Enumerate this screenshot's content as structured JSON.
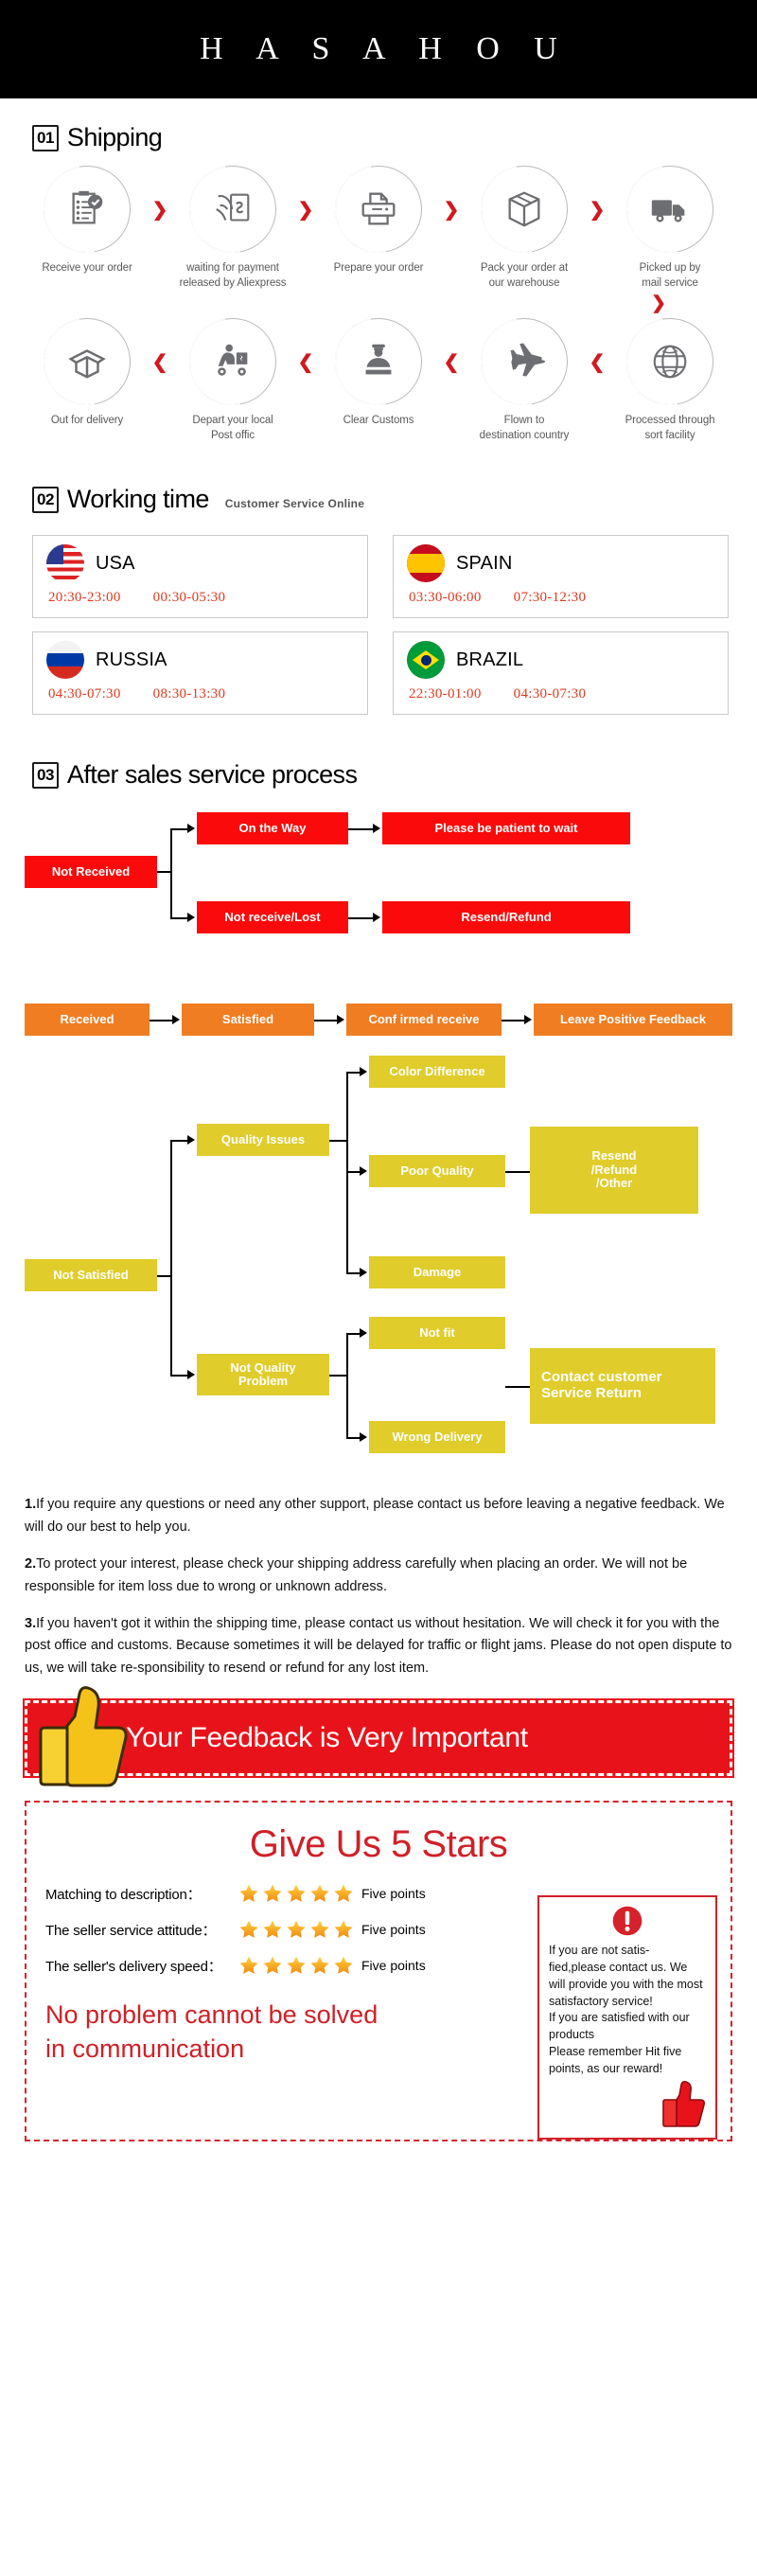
{
  "brand": {
    "name": "H A S A H O U"
  },
  "sections": {
    "shipping": {
      "num": "01",
      "title": "Shipping"
    },
    "working": {
      "num": "02",
      "title": "Working time",
      "subtitle": "Customer Service Online"
    },
    "after_sales": {
      "num": "03",
      "title": "After sales service process"
    }
  },
  "shipping_steps_row1": [
    {
      "icon": "clipboard-check-icon",
      "label": "Receive your order"
    },
    {
      "icon": "hand-payment-icon",
      "label": "waiting for payment\nreleased by Aliexpress"
    },
    {
      "icon": "printer-icon",
      "label": "Prepare your order"
    },
    {
      "icon": "box-package-icon",
      "label": "Pack your order at\nour warehouse"
    },
    {
      "icon": "delivery-truck-icon",
      "label": "Picked up by\nmail service"
    }
  ],
  "shipping_steps_row2": [
    {
      "icon": "open-box-icon",
      "label": "Out for delivery"
    },
    {
      "icon": "scooter-courier-icon",
      "label": "Depart your local\nPost offic"
    },
    {
      "icon": "customs-officer-icon",
      "label": "Clear Customs"
    },
    {
      "icon": "airplane-icon",
      "label": "Flown to\ndestination country"
    },
    {
      "icon": "globe-sorting-icon",
      "label": "Processed through\nsort facility"
    }
  ],
  "working_time": [
    {
      "flag": "usa-flag-icon",
      "country": "USA",
      "times": [
        "20:30-23:00",
        "00:30-05:30"
      ]
    },
    {
      "flag": "spain-flag-icon",
      "country": "SPAIN",
      "times": [
        "03:30-06:00",
        "07:30-12:30"
      ]
    },
    {
      "flag": "russia-flag-icon",
      "country": "RUSSIA",
      "times": [
        "04:30-07:30",
        "08:30-13:30"
      ]
    },
    {
      "flag": "brazil-flag-icon",
      "country": "BRAZIL",
      "times": [
        "22:30-01:00",
        "04:30-07:30"
      ]
    }
  ],
  "flowchart": {
    "not_received": "Not Received",
    "on_the_way": "On the Way",
    "please_be_patient": "Please be patient to wait",
    "not_receive_lost": "Not receive/Lost",
    "resend_refund": "Resend/Refund",
    "received": "Received",
    "satisfied": "Satisfied",
    "confirmed_receive": "Conf irmed receive",
    "leave_positive_feedback": "Leave Positive Feedback",
    "not_satisfied": "Not Satisfied",
    "quality_issues": "Quality Issues",
    "color_difference": "Color Difference",
    "poor_quality": "Poor Quality",
    "damage": "Damage",
    "resend_refund_other": "Resend\n/Refund\n/Other",
    "not_quality_problem": "Not Quality\nProblem",
    "not_fit": "Not fit",
    "wrong_delivery": "Wrong Delivery",
    "contact_customer_service_return": "Contact customer\nService Return"
  },
  "colors": {
    "red": "#fa0a0a",
    "orange": "#f07d22",
    "yellow": "#e0cc2b",
    "brand_red": "#e8131a",
    "title_red": "#cf2027",
    "time_red": "#e03a1e"
  },
  "notes": [
    {
      "num": "1.",
      "text": "If you require any questions or need any other support, please contact us before leaving a negative feedback. We will do our best to help you."
    },
    {
      "num": "2.",
      "text": "To protect your interest, please check your shipping address carefully when placing an order. We will not be responsible for item loss due to wrong or unknown address."
    },
    {
      "num": "3.",
      "text": "If you haven't got it within the shipping time, please contact us without hesitation. We will check it for you with the post office and customs. Because sometimes it will be delayed for traffic or flight jams. Please do not open dispute to us, we will take re-sponsibility to resend or refund for any lost item."
    }
  ],
  "feedback_banner": {
    "text": "Your Feedback is Very Important",
    "icon": "thumbs-up-icon"
  },
  "stars_block": {
    "title": "Give Us 5 Stars",
    "rows": [
      {
        "label": "Matching to description：",
        "stars": 5,
        "points": "Five points"
      },
      {
        "label": "The seller service attitude：",
        "stars": 5,
        "points": "Five points"
      },
      {
        "label": "The seller's delivery speed：",
        "stars": 5,
        "points": "Five points"
      }
    ],
    "slogan": "No problem cannot be solved\nin communication",
    "warning": {
      "icon": "exclamation-icon",
      "text": "If you are not satis-fied,please contact us. We will provide you with the most satisfactory service!\nIf you are satisfied with our products\nPlease remember Hit five points, as our reward!",
      "thumb_icon": "thumbs-up-icon"
    }
  }
}
